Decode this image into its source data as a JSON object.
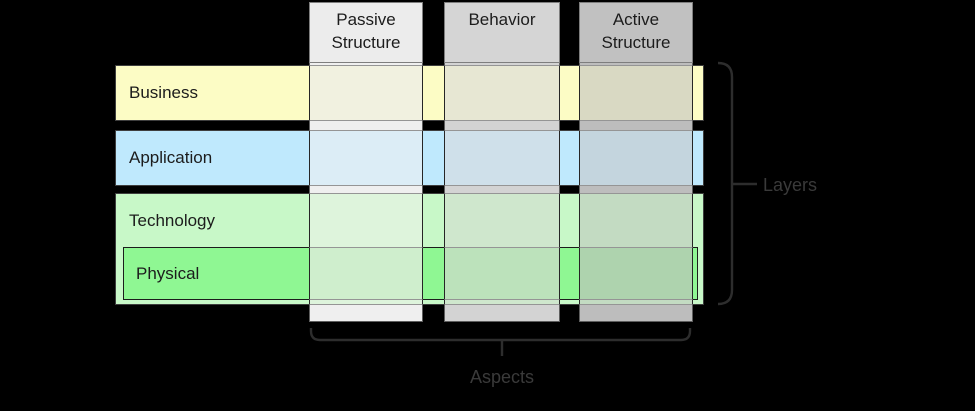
{
  "figure": {
    "background": "#000000",
    "bracket_color": "#2d2d2d",
    "outside_label_color": "#3a3a3a"
  },
  "aspects": {
    "title": "Aspects",
    "columns": [
      {
        "name": "passive-structure",
        "label_line1": "Passive",
        "label_line2": "Structure",
        "header_bg": "#ececec",
        "band_bg": "#efefef"
      },
      {
        "name": "behavior",
        "label_line1": "Behavior",
        "label_line2": "",
        "header_bg": "#d5d5d5",
        "band_bg": "#d3d3d3"
      },
      {
        "name": "active-structure",
        "label_line1": "Active",
        "label_line2": "Structure",
        "header_bg": "#c1c1c1",
        "band_bg": "#bdbdbd"
      }
    ]
  },
  "layers": {
    "title": "Layers",
    "rows": [
      {
        "name": "business",
        "label": "Business",
        "bg": "#fcfcc5",
        "cells": [
          "#f1f1e0",
          "#e7e7d3",
          "#d9d9c3"
        ]
      },
      {
        "name": "application",
        "label": "Application",
        "bg": "#bfe9fd",
        "cells": [
          "#dcedf6",
          "#cfe0ea",
          "#c4d5de"
        ]
      },
      {
        "name": "technology",
        "label": "Technology",
        "bg": "#c8f8c8",
        "cells": [
          "#def4dc",
          "#cfe7cd",
          "#c3dbc2"
        ]
      },
      {
        "name": "physical",
        "label": "Physical",
        "bg": "#8ff793",
        "cells": [
          "#cfeecd",
          "#bce2bb",
          "#aed3ae"
        ]
      }
    ]
  }
}
